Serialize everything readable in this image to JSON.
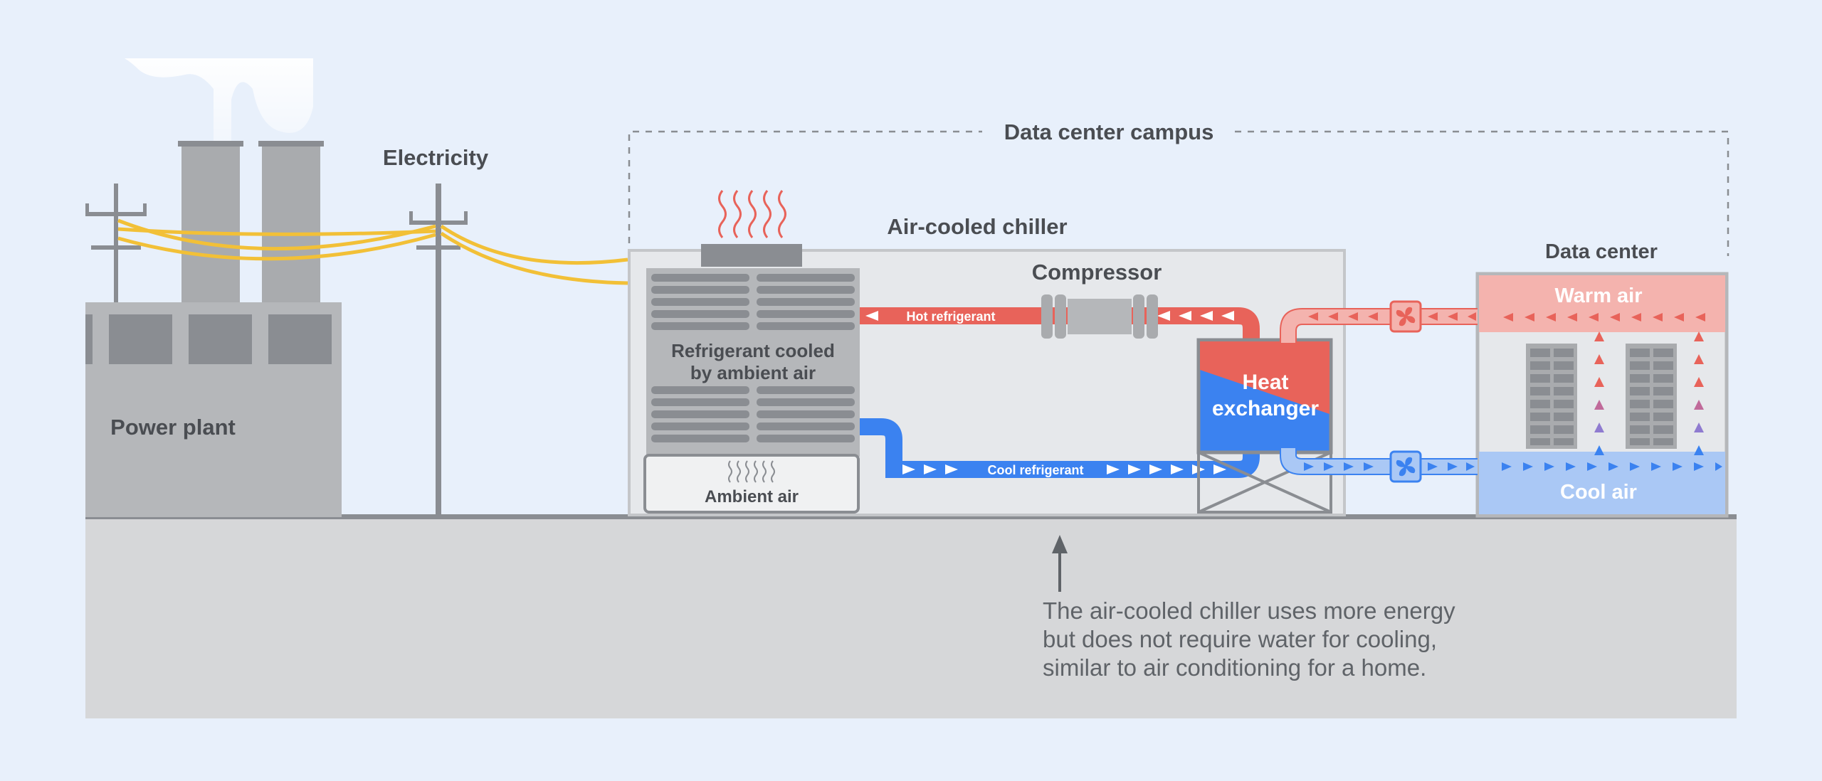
{
  "diagram": {
    "labels": {
      "electricity": "Electricity",
      "campus": "Data center campus",
      "chiller": "Air-cooled chiller",
      "compressor": "Compressor",
      "data_center": "Data center",
      "warm_air": "Warm air",
      "cool_air": "Cool air",
      "power_plant": "Power plant",
      "refrigerant_line1": "Refrigerant cooled",
      "refrigerant_line2": "by ambient air",
      "ambient_air": "Ambient air",
      "hot_refrigerant": "Hot refrigerant",
      "cool_refrigerant": "Cool refrigerant",
      "heat_line1": "Heat",
      "heat_line2": "exchanger"
    },
    "note_lines": [
      "The air-cooled chiller uses more energy",
      "but does not require water for cooling,",
      "similar to air conditioning for a home."
    ],
    "colors": {
      "background": "#e8f0fb",
      "hot": "#e8635a",
      "cool": "#3b82f0",
      "wire": "#f2c037",
      "warm_air_band": "#f4b3ae",
      "cool_air_band": "#aac8f5",
      "structure_gray": "#8a8d92",
      "ground": "#d6d7d9"
    }
  }
}
